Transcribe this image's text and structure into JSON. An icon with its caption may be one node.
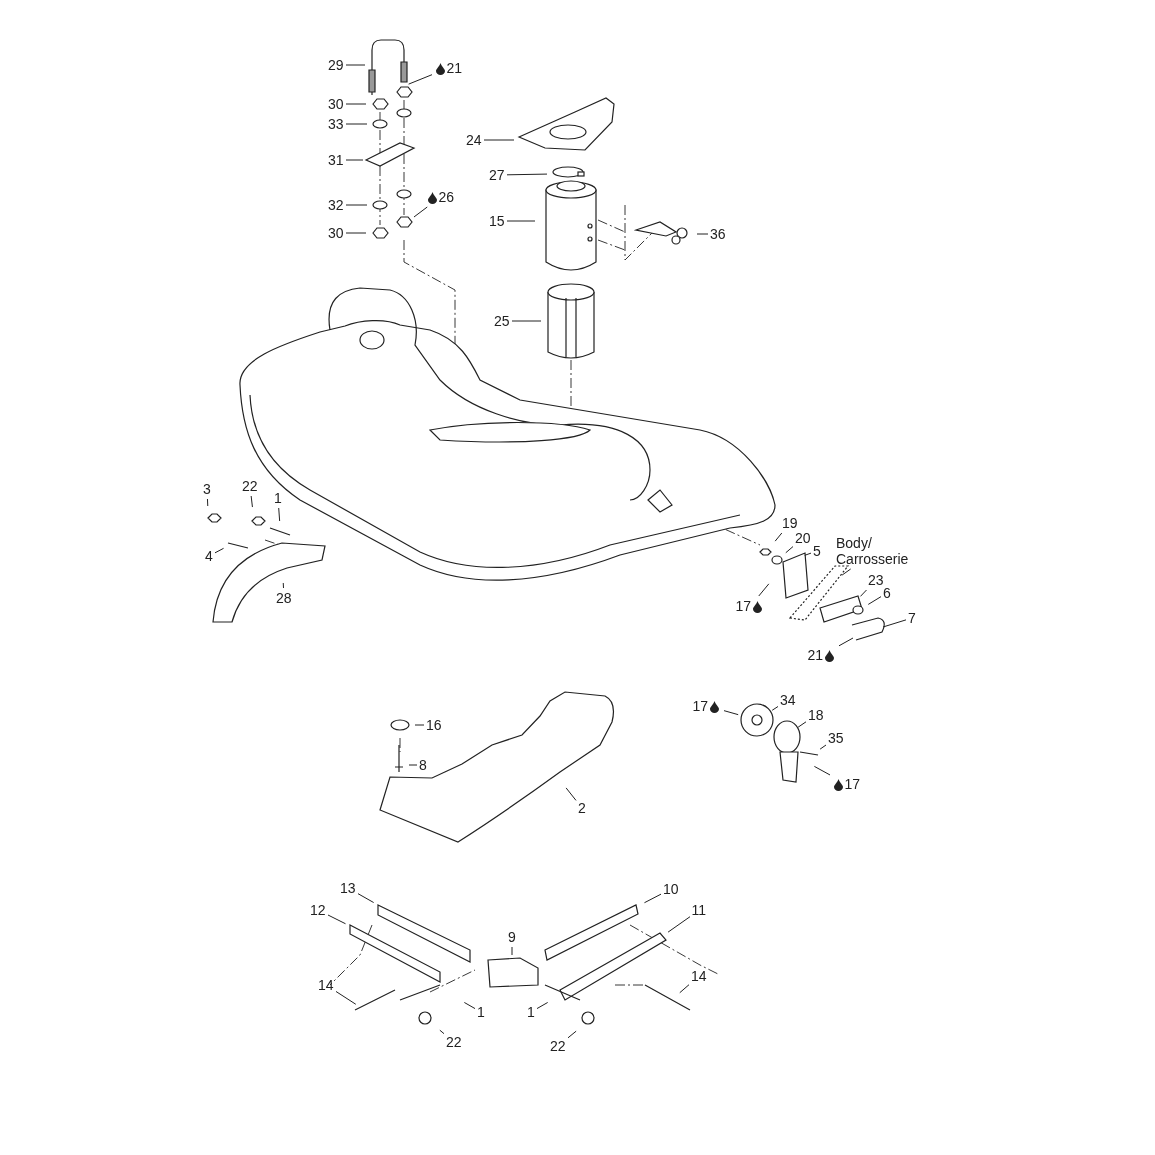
{
  "diagram": {
    "nodes": [
      {
        "text": [
          "29"
        ]
      },
      {
        "text": [
          "21"
        ]
      },
      {
        "text": [
          "30"
        ]
      },
      {
        "text": [
          "33"
        ]
      },
      {
        "text": [
          "31"
        ]
      },
      {
        "text": [
          "32"
        ]
      },
      {
        "text": [
          "26"
        ]
      },
      {
        "text": [
          "30"
        ]
      },
      {
        "text": [
          "24"
        ]
      },
      {
        "text": [
          "27"
        ]
      },
      {
        "text": [
          "15"
        ]
      },
      {
        "text": [
          "36"
        ]
      },
      {
        "text": [
          "25"
        ]
      },
      {
        "text": [
          "3"
        ]
      },
      {
        "text": [
          "22"
        ]
      },
      {
        "text": [
          "1"
        ]
      },
      {
        "text": [
          "4"
        ]
      },
      {
        "text": [
          "28"
        ]
      },
      {
        "text": [
          "19"
        ]
      },
      {
        "text": [
          "20"
        ]
      },
      {
        "text": [
          "5"
        ]
      },
      {
        "text": [
          "Body/ Carrosserie"
        ]
      },
      {
        "text": [
          "17"
        ]
      },
      {
        "text": [
          "23"
        ]
      },
      {
        "text": [
          "6"
        ]
      },
      {
        "text": [
          "7"
        ]
      },
      {
        "text": [
          "21"
        ]
      },
      {
        "text": [
          "16"
        ]
      },
      {
        "text": [
          "8"
        ]
      },
      {
        "text": [
          "2"
        ]
      },
      {
        "text": [
          "17"
        ]
      },
      {
        "text": [
          "34"
        ]
      },
      {
        "text": [
          "18"
        ]
      },
      {
        "text": [
          "35"
        ]
      },
      {
        "text": [
          "17"
        ]
      },
      {
        "text": [
          "13"
        ]
      },
      {
        "text": [
          "12"
        ]
      },
      {
        "text": [
          "10"
        ]
      },
      {
        "text": [
          "11"
        ]
      },
      {
        "text": [
          "9"
        ]
      },
      {
        "text": [
          "14"
        ]
      },
      {
        "text": [
          "14"
        ]
      },
      {
        "text": [
          "1"
        ]
      },
      {
        "text": [
          "1"
        ]
      },
      {
        "text": [
          "22"
        ]
      },
      {
        "text": [
          "22"
        ]
      },
      {
        "text": [],
        "shape": "picture"
      }
    ],
    "edges": [
      {
        "from": 0,
        "to": null,
        "arrow": "none"
      },
      {
        "from": 1,
        "to": null,
        "arrow": "none"
      },
      {
        "from": 2,
        "to": null,
        "arrow": "none"
      },
      {
        "from": 3,
        "to": null,
        "arrow": "none"
      },
      {
        "from": 4,
        "to": null,
        "arrow": "none"
      },
      {
        "from": 5,
        "to": null,
        "arrow": "none"
      },
      {
        "from": 6,
        "to": null,
        "arrow": "none"
      },
      {
        "from": 7,
        "to": null,
        "arrow": "none"
      },
      {
        "from": 8,
        "to": null,
        "arrow": "none"
      },
      {
        "from": 9,
        "to": null,
        "arrow": "none"
      },
      {
        "from": 10,
        "to": null,
        "arrow": "none"
      },
      {
        "from": 11,
        "to": null,
        "arrow": "none"
      },
      {
        "from": 12,
        "to": null,
        "arrow": "none"
      },
      {
        "from": 13,
        "to": null,
        "arrow": "none"
      },
      {
        "from": 14,
        "to": null,
        "arrow": "none"
      },
      {
        "from": 15,
        "to": null,
        "arrow": "none"
      },
      {
        "from": 16,
        "to": null,
        "arrow": "none"
      },
      {
        "from": 17,
        "to": null,
        "arrow": "none"
      },
      {
        "from": 18,
        "to": null,
        "arrow": "none"
      },
      {
        "from": 19,
        "to": null,
        "arrow": "none"
      },
      {
        "from": 20,
        "to": null,
        "arrow": "none"
      },
      {
        "from": 21,
        "to": null,
        "arrow": "none"
      },
      {
        "from": 22,
        "to": null,
        "arrow": "none"
      },
      {
        "from": 23,
        "to": null,
        "arrow": "none"
      },
      {
        "from": 24,
        "to": null,
        "arrow": "none"
      },
      {
        "from": 25,
        "to": 46,
        "arrow": "none"
      },
      {
        "from": 26,
        "to": 46,
        "arrow": "none"
      },
      {
        "from": 27,
        "to": null,
        "arrow": "none"
      },
      {
        "from": 28,
        "to": null,
        "arrow": "none"
      },
      {
        "from": 29,
        "to": null,
        "arrow": "none"
      },
      {
        "from": 30,
        "to": null,
        "arrow": "none"
      },
      {
        "from": 31,
        "to": null,
        "arrow": "none"
      },
      {
        "from": 32,
        "to": null,
        "arrow": "none"
      },
      {
        "from": 33,
        "to": null,
        "arrow": "none"
      },
      {
        "from": 34,
        "to": null,
        "arrow": "none"
      },
      {
        "from": 35,
        "to": null,
        "arrow": "none"
      },
      {
        "from": 36,
        "to": null,
        "arrow": "none"
      },
      {
        "from": 37,
        "to": null,
        "arrow": "none"
      },
      {
        "from": 38,
        "to": null,
        "arrow": "none"
      },
      {
        "from": 39,
        "to": null,
        "arrow": "none"
      },
      {
        "from": 40,
        "to": null,
        "arrow": "none"
      },
      {
        "from": 41,
        "to": null,
        "arrow": "none"
      },
      {
        "from": 42,
        "to": null,
        "arrow": "none"
      },
      {
        "from": 43,
        "to": null,
        "arrow": "none"
      },
      {
        "from": 44,
        "to": null,
        "arrow": "none"
      },
      {
        "from": 45,
        "to": null,
        "arrow": "none"
      }
    ]
  }
}
